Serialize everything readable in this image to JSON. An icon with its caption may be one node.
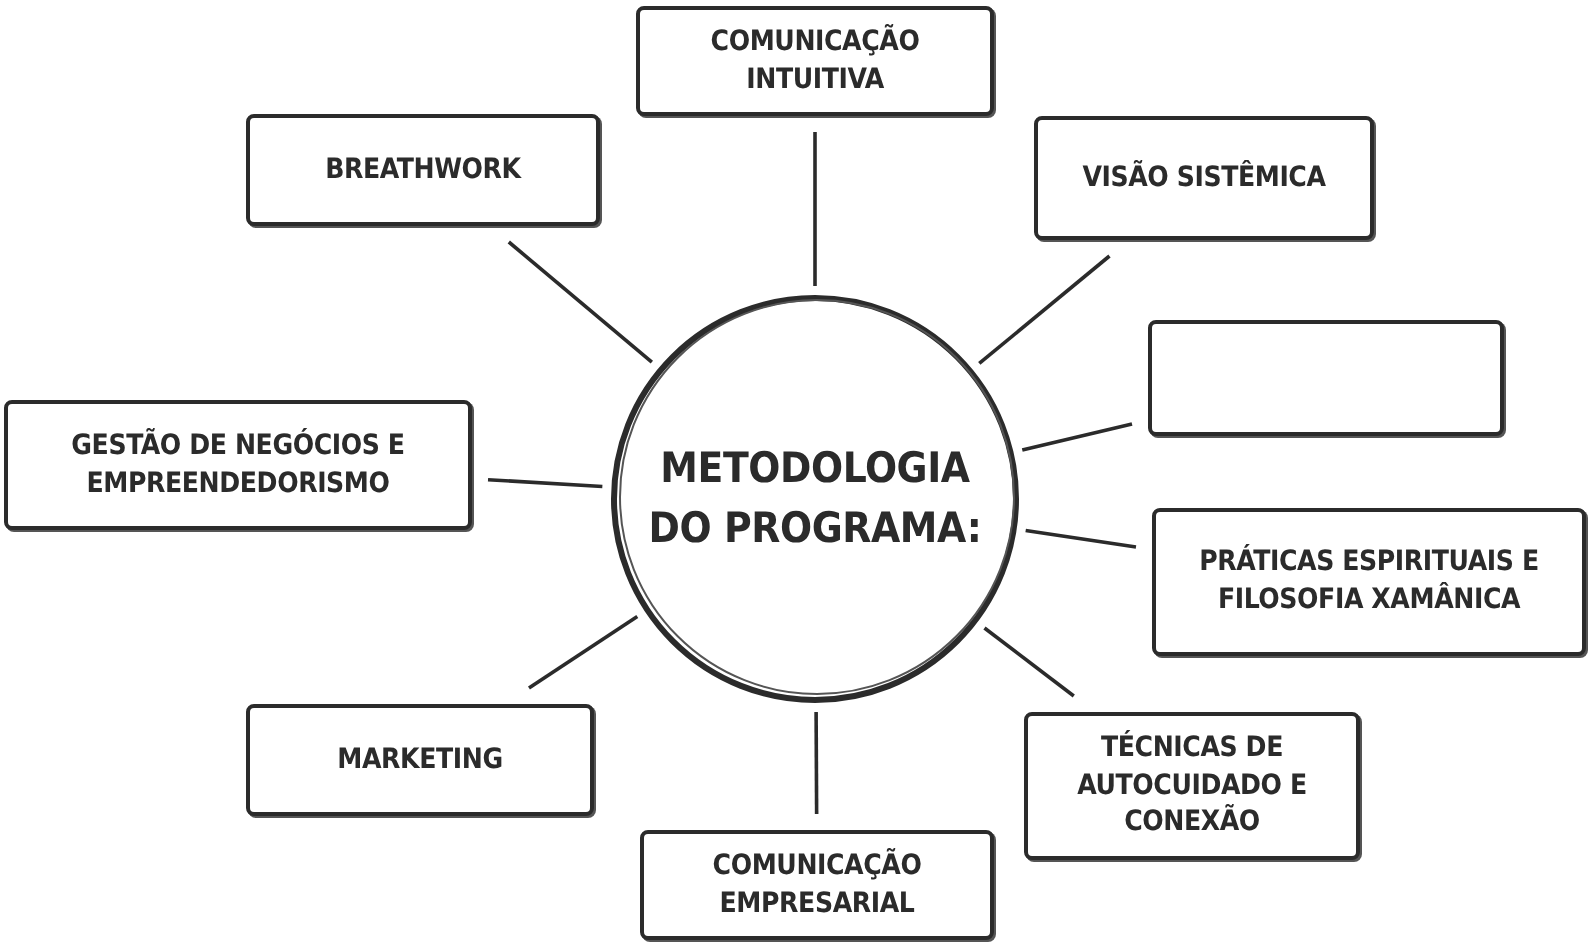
{
  "diagram": {
    "nodes": [
      {
        "text": [
          "METODOLOGIA DO PROGRAMA:"
        ]
      },
      {
        "text": [
          "COMUNICAÇÃO INTUITIVA"
        ]
      },
      {
        "text": [
          "BREATHWORK"
        ]
      },
      {
        "text": [
          "VISÃO SISTÊMICA"
        ]
      },
      {
        "text": [],
        "shape": "box"
      },
      {
        "text": [
          "GESTÃO DE NEGÓCIOS E EMPREENDEDORISMO"
        ]
      },
      {
        "text": [
          "PRÁTICAS ESPIRITUAIS E FILOSOFIA XAMÂNICA"
        ]
      },
      {
        "text": [
          "MARKETING"
        ]
      },
      {
        "text": [
          "TÉCNICAS DE AUTOCUIDADO E CONEXÃO"
        ]
      },
      {
        "text": [
          "COMUNICAÇÃO EMPRESARIAL"
        ]
      }
    ],
    "edges": [
      {
        "from": 0,
        "to": 1,
        "arrow": "none"
      },
      {
        "from": 0,
        "to": 2,
        "arrow": "none"
      },
      {
        "from": 0,
        "to": 3,
        "arrow": "none"
      },
      {
        "from": 0,
        "to": 4,
        "arrow": "none"
      },
      {
        "from": 0,
        "to": 5,
        "arrow": "none"
      },
      {
        "from": 0,
        "to": 6,
        "arrow": "none"
      },
      {
        "from": 0,
        "to": 7,
        "arrow": "none"
      },
      {
        "from": 0,
        "to": 8,
        "arrow": "none"
      },
      {
        "from": 0,
        "to": 9,
        "arrow": "none"
      }
    ]
  }
}
